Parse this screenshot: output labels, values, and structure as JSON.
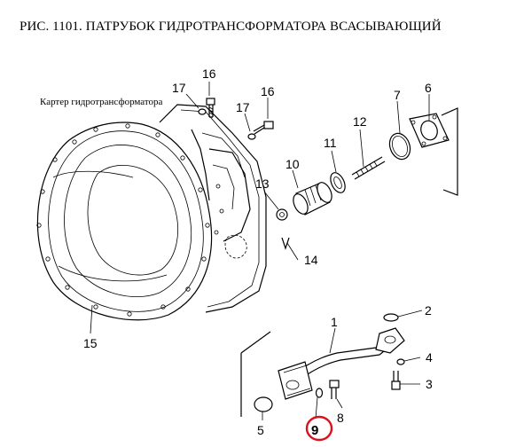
{
  "title": "РИС. 1101. ПАТРУБОК ГИДРОТРАНСФОРМАТОРА ВСАСЫВАЮЩИЙ",
  "housing_label": "Картер гидротрансформатора",
  "callouts": [
    {
      "id": "p1",
      "label": "1"
    },
    {
      "id": "p2",
      "label": "2"
    },
    {
      "id": "p3",
      "label": "3"
    },
    {
      "id": "p4",
      "label": "4"
    },
    {
      "id": "p5",
      "label": "5"
    },
    {
      "id": "p6",
      "label": "6"
    },
    {
      "id": "p7",
      "label": "7"
    },
    {
      "id": "p8",
      "label": "8"
    },
    {
      "id": "p9",
      "label": "9"
    },
    {
      "id": "p10",
      "label": "10"
    },
    {
      "id": "p11",
      "label": "11"
    },
    {
      "id": "p12",
      "label": "12"
    },
    {
      "id": "p13",
      "label": "13"
    },
    {
      "id": "p14",
      "label": "14"
    },
    {
      "id": "p15",
      "label": "15"
    },
    {
      "id": "p16a",
      "label": "16"
    },
    {
      "id": "p16b",
      "label": "16"
    },
    {
      "id": "p17a",
      "label": "17"
    },
    {
      "id": "p17b",
      "label": "17"
    }
  ],
  "highlighted_part": "9",
  "colors": {
    "line": "#000000",
    "highlight": "#d9121b",
    "background": "#ffffff"
  }
}
